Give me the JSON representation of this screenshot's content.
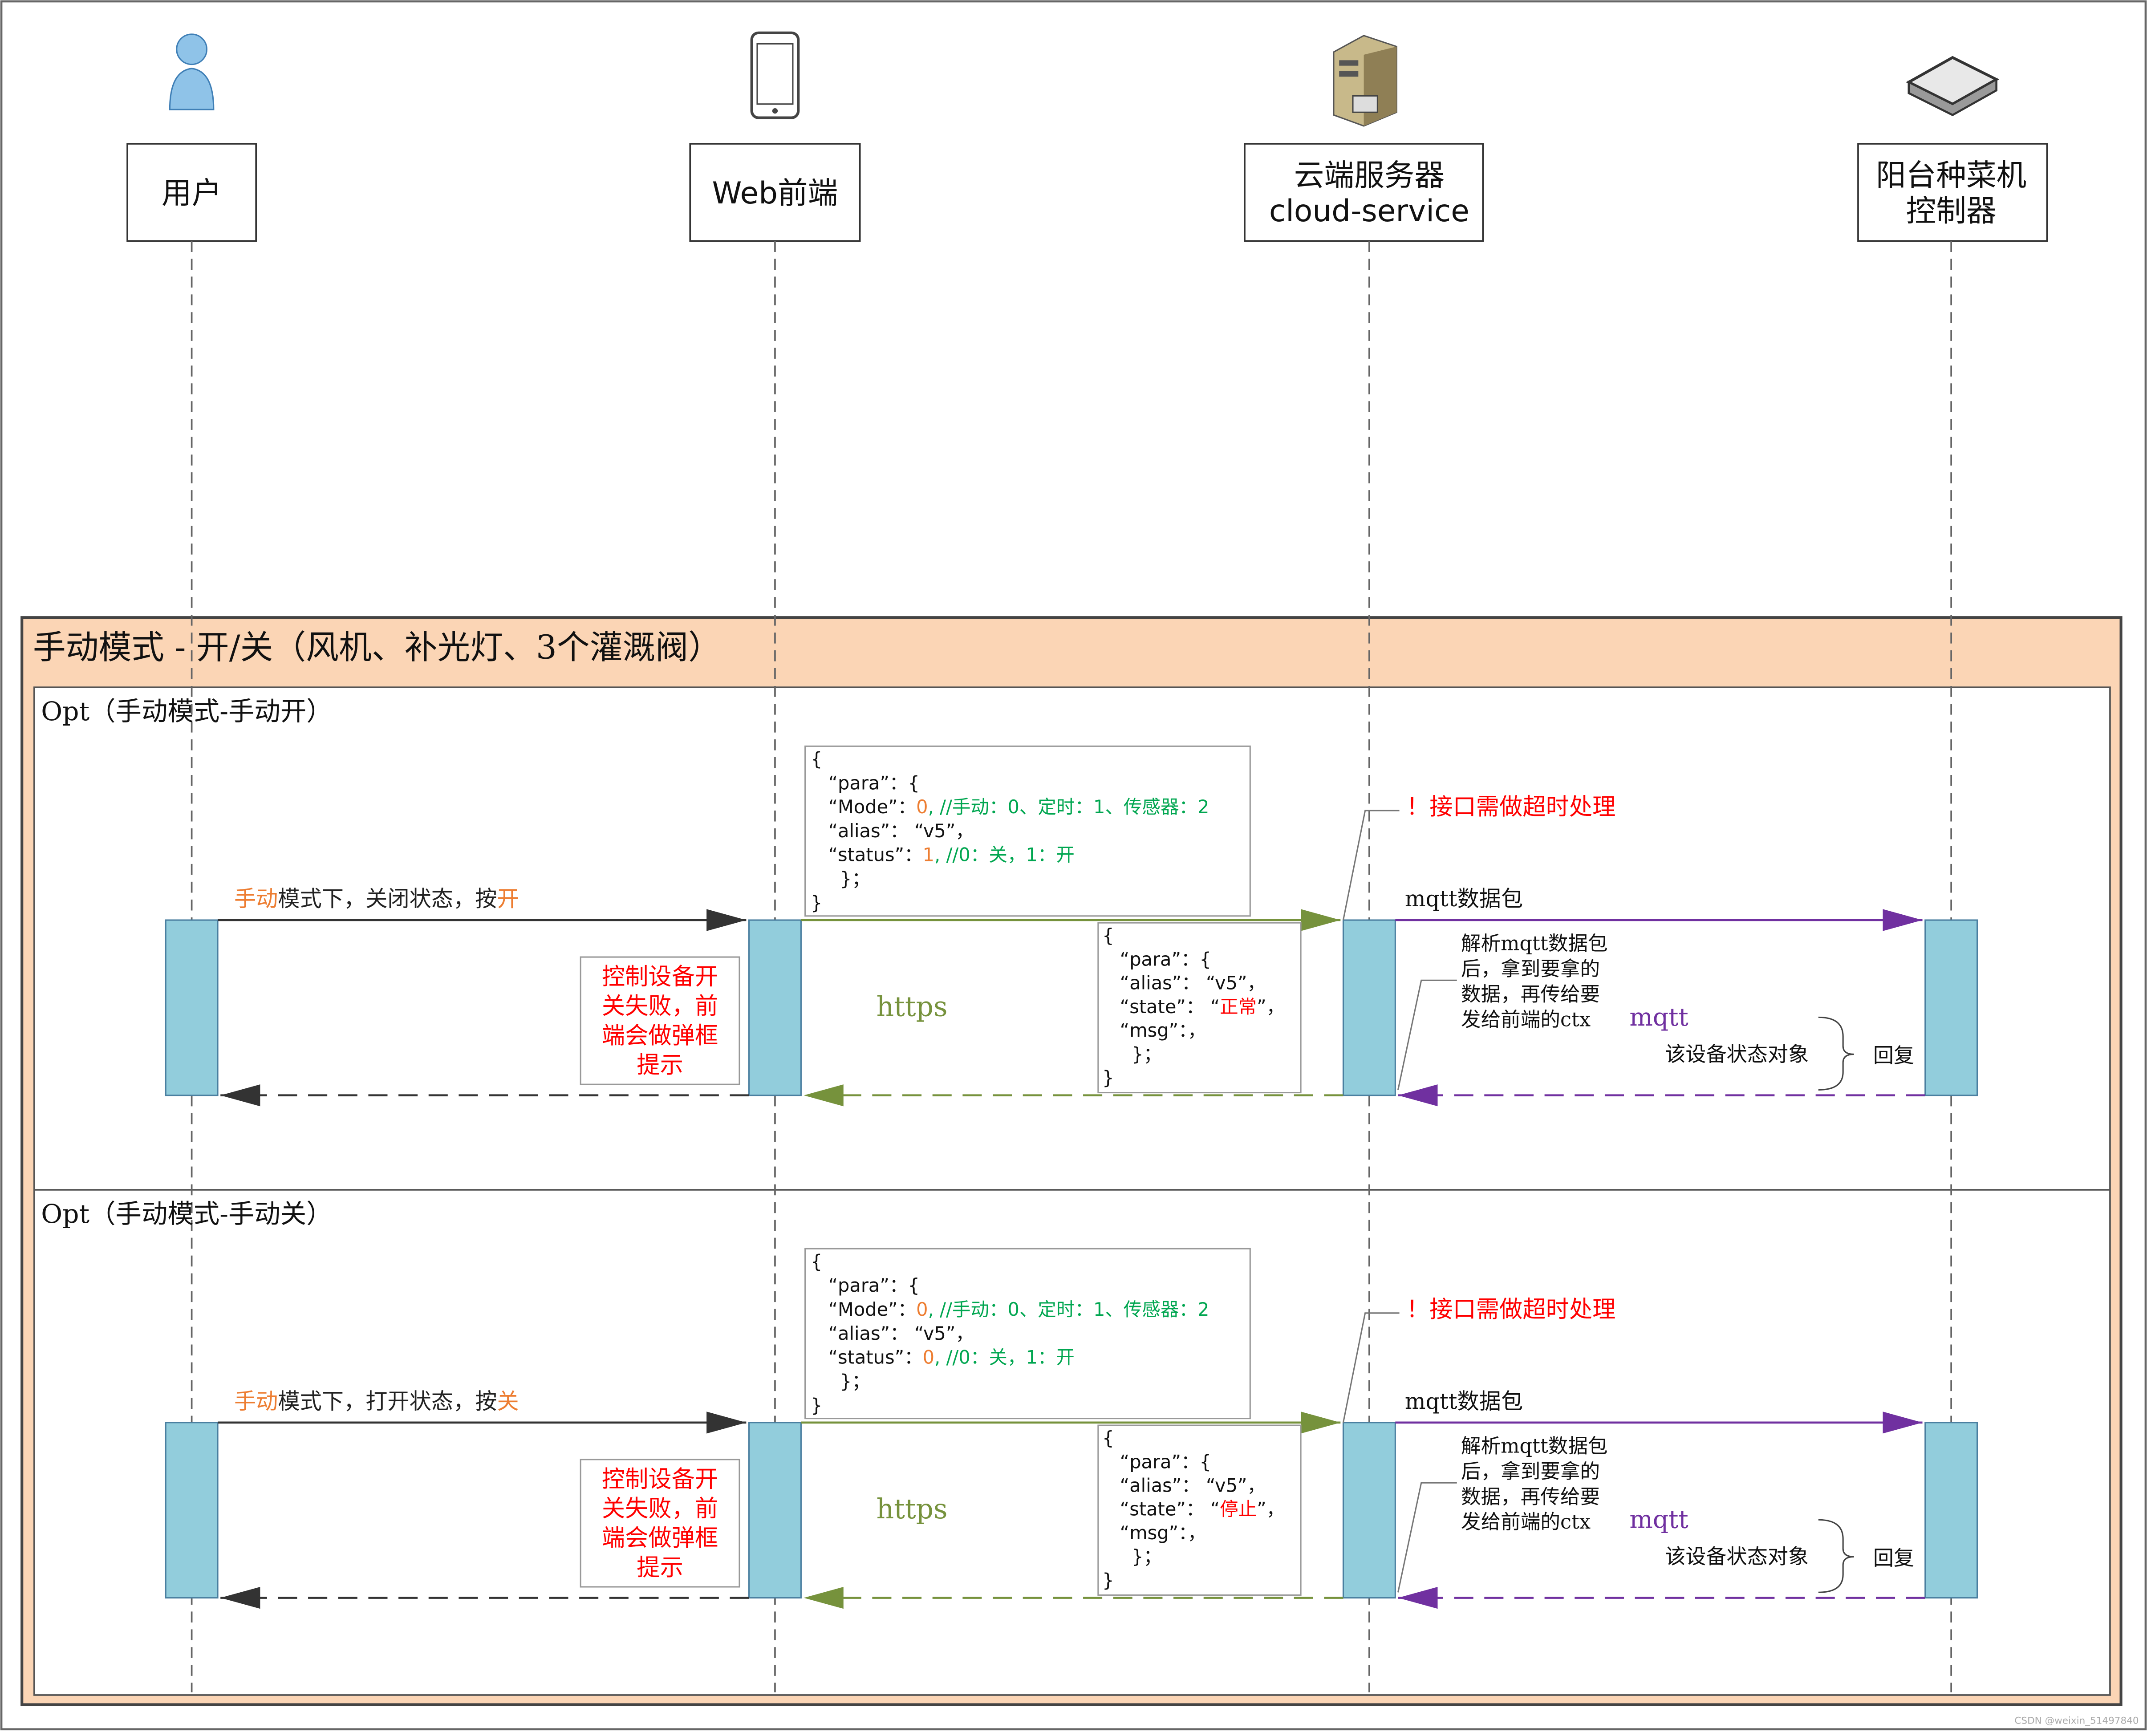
{
  "participants": [
    {
      "id": "user",
      "label_lines": [
        "用户"
      ],
      "icon": "person-icon"
    },
    {
      "id": "web",
      "label_lines": [
        "Web前端"
      ],
      "icon": "smartphone-icon"
    },
    {
      "id": "cloud",
      "label_lines": [
        "云端服务器",
        "cloud-service"
      ],
      "icon": "server-tower-icon"
    },
    {
      "id": "ctrl",
      "label_lines": [
        "阳台种菜机",
        "控制器"
      ],
      "icon": "controller-box-icon"
    }
  ],
  "outer_frame": {
    "title": "手动模式 - 开/关（风机、补光灯、3个灌溉阀）"
  },
  "sections": [
    {
      "opt_label": "Opt（手动模式-手动开）",
      "user_action": [
        {
          "text": "手动",
          "color": "#ed7d31"
        },
        {
          "text": "模式下，关闭状态，按",
          "color": "#222222"
        },
        {
          "text": "开",
          "color": "#ed7d31"
        }
      ],
      "request_json": [
        [
          {
            "t": "{",
            "c": "#111111"
          }
        ],
        [
          {
            "t": "   “para”：{",
            "c": "#111111"
          }
        ],
        [
          {
            "t": "   “Mode”：",
            "c": "#111111"
          },
          {
            "t": "0",
            "c": "#ed7d31"
          },
          {
            "t": ", //手动：0、定时：1、传感器：2",
            "c": "#00a650"
          }
        ],
        [
          {
            "t": "   “alias”： “v5”，",
            "c": "#111111"
          }
        ],
        [
          {
            "t": "   “status”：",
            "c": "#111111"
          },
          {
            "t": "1",
            "c": "#ed7d31"
          },
          {
            "t": ", //0：关，1：开",
            "c": "#00a650"
          }
        ],
        [
          {
            "t": "     }；",
            "c": "#111111"
          }
        ],
        [
          {
            "t": "}",
            "c": "#111111"
          }
        ]
      ],
      "timeout_note": "！接口需做超时处理",
      "mqtt_packet_label": "mqtt数据包",
      "https_label": "https",
      "response_json": [
        [
          {
            "t": "{",
            "c": "#111111"
          }
        ],
        [
          {
            "t": "   “para”：{",
            "c": "#111111"
          }
        ],
        [
          {
            "t": "   “alias”： “v5”，",
            "c": "#111111"
          }
        ],
        [
          {
            "t": "   “state”： “",
            "c": "#111111"
          },
          {
            "t": "正常",
            "c": "#ff0000"
          },
          {
            "t": "”，",
            "c": "#111111"
          }
        ],
        [
          {
            "t": "   “msg”：，",
            "c": "#111111"
          }
        ],
        [
          {
            "t": "     }；",
            "c": "#111111"
          }
        ],
        [
          {
            "t": "}",
            "c": "#111111"
          }
        ]
      ],
      "fail_note": [
        "控制设备开",
        "关失败，前",
        "端会做弹框",
        "提示"
      ],
      "parse_note": [
        "解析mqtt数据包",
        "后，拿到要拿的",
        "数据，再传给要",
        "发给前端的ctx"
      ],
      "mqtt_label": "mqtt",
      "device_state_label": "该设备状态对象",
      "reply_label": "回复"
    },
    {
      "opt_label": "Opt（手动模式-手动关）",
      "user_action": [
        {
          "text": "手动",
          "color": "#ed7d31"
        },
        {
          "text": "模式下，打开状态，按",
          "color": "#222222"
        },
        {
          "text": "关",
          "color": "#ed7d31"
        }
      ],
      "request_json": [
        [
          {
            "t": "{",
            "c": "#111111"
          }
        ],
        [
          {
            "t": "   “para”：{",
            "c": "#111111"
          }
        ],
        [
          {
            "t": "   “Mode”：",
            "c": "#111111"
          },
          {
            "t": "0",
            "c": "#ed7d31"
          },
          {
            "t": ", //手动：0、定时：1、传感器：2",
            "c": "#00a650"
          }
        ],
        [
          {
            "t": "   “alias”： “v5”，",
            "c": "#111111"
          }
        ],
        [
          {
            "t": "   “status”：",
            "c": "#111111"
          },
          {
            "t": "0",
            "c": "#ed7d31"
          },
          {
            "t": ", //0：关，1：开",
            "c": "#00a650"
          }
        ],
        [
          {
            "t": "     }；",
            "c": "#111111"
          }
        ],
        [
          {
            "t": "}",
            "c": "#111111"
          }
        ]
      ],
      "timeout_note": "！接口需做超时处理",
      "mqtt_packet_label": "mqtt数据包",
      "https_label": "https",
      "response_json": [
        [
          {
            "t": "{",
            "c": "#111111"
          }
        ],
        [
          {
            "t": "   “para”：{",
            "c": "#111111"
          }
        ],
        [
          {
            "t": "   “alias”： “v5”，",
            "c": "#111111"
          }
        ],
        [
          {
            "t": "   “state”： “",
            "c": "#111111"
          },
          {
            "t": "停止",
            "c": "#ff0000"
          },
          {
            "t": "”，",
            "c": "#111111"
          }
        ],
        [
          {
            "t": "   “msg”：，",
            "c": "#111111"
          }
        ],
        [
          {
            "t": "     }；",
            "c": "#111111"
          }
        ],
        [
          {
            "t": "}",
            "c": "#111111"
          }
        ]
      ],
      "fail_note": [
        "控制设备开",
        "关失败，前",
        "端会做弹框",
        "提示"
      ],
      "parse_note": [
        "解析mqtt数据包",
        "后，拿到要拿的",
        "数据，再传给要",
        "发给前端的ctx"
      ],
      "mqtt_label": "mqtt",
      "device_state_label": "该设备状态对象",
      "reply_label": "回复"
    }
  ],
  "watermark": "CSDN @weixin_51497840",
  "colors": {
    "frame_fill": "#fbd5b5",
    "frame_border": "#444444",
    "activation": "#92cddc",
    "activation_border": "#4a7fa0",
    "arrow_black": "#333333",
    "arrow_green": "#76923c",
    "arrow_purple": "#7030a0",
    "red": "#ff0000",
    "orange": "#ed7d31",
    "green": "#00a650"
  }
}
